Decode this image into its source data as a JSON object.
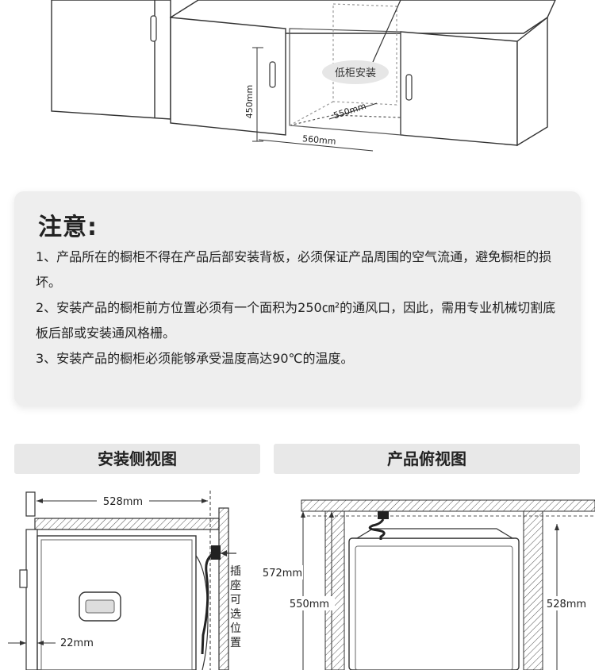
{
  "top_diagram": {
    "callout": "低柜安装",
    "dim_depth": "550mm",
    "dim_width": "560mm",
    "dim_height": "450mm"
  },
  "notice": {
    "title": "注意:",
    "items": [
      "1、产品所在的橱柜不得在产品后部安装背板，必须保证产品周围的空气流通，避免橱柜的损坏。",
      "2、安装产品的橱柜前方位置必须有一个面积为250㎝²的通风口，因此，需用专业机械切割底板后部或安装通风格栅。",
      "3、安装产品的橱柜必须能够承受温度高达90℃的温度。"
    ]
  },
  "side_view": {
    "title": "安装侧视图",
    "dim_depth": "528mm",
    "dim_gap": "22mm",
    "socket_label": [
      "插",
      "座",
      "可",
      "选",
      "位",
      "置"
    ]
  },
  "top_view": {
    "title": "产品俯视图",
    "dim_outer": "572mm",
    "dim_inner": "550mm",
    "dim_product": "528mm"
  }
}
